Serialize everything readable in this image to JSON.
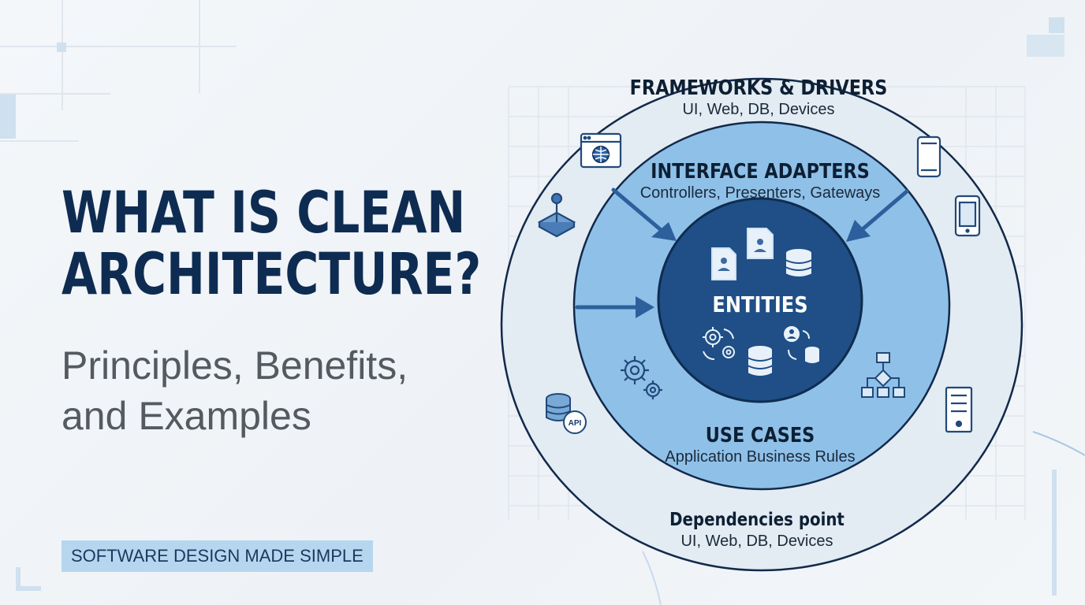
{
  "heading": {
    "line1": "WHAT IS CLEAN",
    "line2": "ARCHITECTURE?",
    "sub1": "Principles, Benefits,",
    "sub2": "and Examples"
  },
  "tagline": "SOFTWARE DESIGN MADE SIMPLE",
  "diagram": {
    "outer": {
      "title": "FRAMEWORKS & DRIVERS",
      "subtitle": "UI, Web, DB, Devices"
    },
    "adapters": {
      "title": "INTERFACE ADAPTERS",
      "subtitle": "Controllers, Presenters, Gateways"
    },
    "core": {
      "title": "ENTITIES"
    },
    "usecases": {
      "title": "USE CASES",
      "subtitle": "Application Business Rules"
    },
    "footer": {
      "title": "Dependencies point",
      "subtitle": "UI, Web, DB, Devices"
    },
    "api_badge": "API"
  },
  "colors": {
    "navy": "#0e2c52",
    "outer_ring": "#e3ebf3",
    "middle_ring": "#8fc0e8",
    "core": "#1f4f86",
    "arrow": "#2d5f9c"
  },
  "icons": [
    "browser-globe-icon",
    "smartphone-icon",
    "tablet-icon",
    "joystick-icon",
    "database-api-icon",
    "gears-icon",
    "flowchart-icon",
    "server-tower-icon",
    "document-user-icon",
    "document-user-icon",
    "database-icon",
    "gears-cycle-icon",
    "database-icon",
    "user-sync-icon"
  ]
}
